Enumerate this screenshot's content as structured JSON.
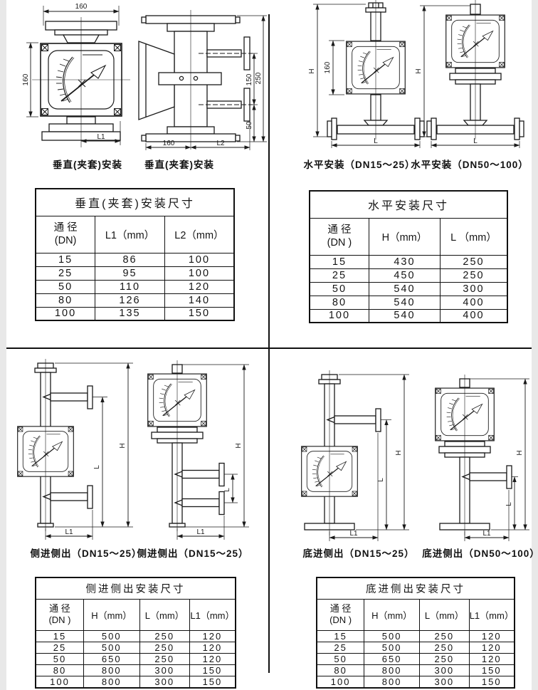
{
  "page": {
    "background": "#ffffff",
    "line_color": "#1a1a1a"
  },
  "quadrant1": {
    "caption_left": "垂直(夹套)安装",
    "caption_right": "垂直(夹套)安装",
    "dims": {
      "front_width": "160",
      "front_height": "160",
      "front_l1": "L1",
      "side_150": "150",
      "side_250": "250",
      "side_50": "50",
      "side_160": "160",
      "side_l2": "L2"
    },
    "table": {
      "title": "垂直(夹套)安装尺寸",
      "col_headers": [
        "通 径\n(DN)",
        "L1（mm）",
        "L2（mm）"
      ],
      "rows": [
        [
          "15",
          "86",
          "100"
        ],
        [
          "25",
          "95",
          "100"
        ],
        [
          "50",
          "110",
          "120"
        ],
        [
          "80",
          "126",
          "140"
        ],
        [
          "100",
          "135",
          "150"
        ]
      ]
    }
  },
  "quadrant2": {
    "caption_left": "水平安装（DN15～25）",
    "caption_right": "水平安装（DN50～100）",
    "dims": {
      "h_left": "H",
      "disp_160": "160",
      "l_left": "L",
      "h_right": "H",
      "l_right": "L"
    },
    "table": {
      "title": "水平安装尺寸",
      "col_headers": [
        "通 径\n(DN )",
        "H（mm）",
        "L （mm）"
      ],
      "rows": [
        [
          "15",
          "430",
          "250"
        ],
        [
          "25",
          "450",
          "250"
        ],
        [
          "50",
          "540",
          "300"
        ],
        [
          "80",
          "540",
          "400"
        ],
        [
          "100",
          "540",
          "400"
        ]
      ]
    }
  },
  "quadrant3": {
    "caption_left": "侧进侧出（DN15～25）",
    "caption_right": "侧进侧出（DN15～25）",
    "dims": {
      "h_left": "H",
      "l_left": "L",
      "l1_left": "L1",
      "h_right": "H",
      "l_right": "L",
      "l1_right": "L1"
    },
    "table": {
      "title": "侧进侧出安装尺寸",
      "col_headers": [
        "通 径\n(DN )",
        "H（mm）",
        "L（mm）",
        "L1（mm）"
      ],
      "rows": [
        [
          "15",
          "500",
          "250",
          "120"
        ],
        [
          "25",
          "500",
          "250",
          "120"
        ],
        [
          "50",
          "650",
          "250",
          "120"
        ],
        [
          "80",
          "800",
          "300",
          "150"
        ],
        [
          "100",
          "800",
          "300",
          "150"
        ]
      ]
    }
  },
  "quadrant4": {
    "caption_left": "底进侧出（DN15～25）",
    "caption_right": "底进侧出（DN50～100）",
    "dims": {
      "h_left": "H",
      "l_left": "L",
      "l1_left": "L1",
      "h_right": "H",
      "l_right": "L",
      "l1_right": "L1"
    },
    "table": {
      "title": "底进侧出安装尺寸",
      "col_headers": [
        "通 径\n(DN )",
        "H（mm）",
        "L（mm）",
        "L1（mm）"
      ],
      "rows": [
        [
          "15",
          "500",
          "250",
          "120"
        ],
        [
          "25",
          "500",
          "250",
          "120"
        ],
        [
          "50",
          "650",
          "250",
          "120"
        ],
        [
          "80",
          "800",
          "300",
          "150"
        ],
        [
          "100",
          "800",
          "300",
          "150"
        ]
      ]
    }
  }
}
